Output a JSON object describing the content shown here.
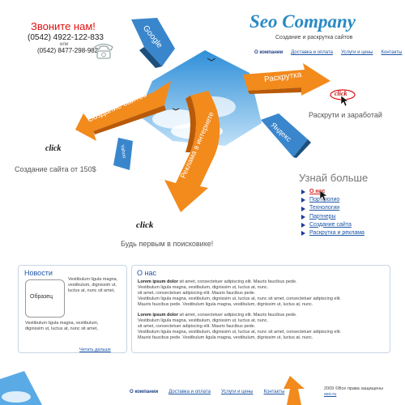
{
  "contacts": {
    "title": "Звоните нам!",
    "phone1": "(0542) 4922-122-833",
    "or": "или",
    "phone2": "(0542) 8477-298-982"
  },
  "header": {
    "logo": "Seo Company",
    "tagline": "Создание и раскрутка сайтов"
  },
  "top_nav": [
    {
      "label": "О компании",
      "active": true
    },
    {
      "label": "Доставка и оплата",
      "active": false
    },
    {
      "label": "Услуги и цены",
      "active": false
    },
    {
      "label": "Контакты",
      "active": false
    }
  ],
  "banners": {
    "google": "Google",
    "raskrutka": "Раскрутка",
    "sozdanie": "Создание сайтов",
    "reklama": "Реклама в интернете",
    "yandex": "Яндекс",
    "yahoo": "Yahoo"
  },
  "promo": {
    "click1": "click",
    "slogan1": "Создание сайта от 150$",
    "click2": "click",
    "slogan2": "Раскрути и заработай",
    "click3": "click",
    "slogan3": "Будь первым в поисковике!"
  },
  "learn_more": {
    "title": "Узнай больше",
    "items": [
      {
        "label": "О нас",
        "active": true
      },
      {
        "label": "Портфолио",
        "active": false
      },
      {
        "label": "Технологии",
        "active": false
      },
      {
        "label": "Партнеры",
        "active": false
      },
      {
        "label": "Создание сайта",
        "active": false
      },
      {
        "label": "Раскрутка и реклама",
        "active": false
      }
    ]
  },
  "news": {
    "title": "Новости",
    "sample": "Образец",
    "side_text": [
      "Vestibulum ligula magna,",
      "vestibulum, dignissim ut,",
      "luctus at, nunc sit amet,"
    ],
    "bottom_text": [
      "Vestibulum ligula magna, vestibulum,",
      "dignissim ut, luctus at, nunc sit amet,"
    ],
    "read_more": "Читать дальше"
  },
  "about": {
    "title": "О нас",
    "p1_bold": "Lorem ipsum dolor",
    "p1": [
      " sit amet, consectetuer adipiscing elit. Mauris faucibus pede.",
      "Vestibulum ligula magna, vestibulum, dignissim ut, luctus at, nunc.",
      "sit amet, consectetuer adipiscing elit. Mauris faucibus pede.",
      "Vestibulum ligula magna, vestibulum, dignissim ut, luctus at, nunc sit amet, consectetuer adipiscing elit.",
      "Mauris faucibus pede. Vestibulum ligula magna, vestibulum, dignissim ut, luctus at, nunc."
    ],
    "p2_bold": "Lorem ipsum dolor",
    "p2": [
      " sit amet, consectetuer adipiscing elit. Mauris faucibus pede.",
      "Vestibulum ligula magna, vestibulum, dignissim ut, luctus at, nunc.",
      "sit amet, consectetuer adipiscing elit. Mauris faucibus pede.",
      "Vestibulum ligula magna, vestibulum, dignissim ut, luctus at, nunc sit amet, consectetuer adipiscing elit.",
      "Mauris faucibus pede. Vestibulum ligula magna, vestibulum, dignissim ut, luctus at, nunc."
    ]
  },
  "bottom_nav": [
    {
      "label": "О компании",
      "active": true
    },
    {
      "label": "Доставка и оплата",
      "active": false
    },
    {
      "label": "Услуги и цены",
      "active": false
    },
    {
      "label": "Контакты",
      "active": false
    }
  ],
  "footer": {
    "copyright": "2009 ©Все права защищены",
    "site": "seo.ru"
  },
  "colors": {
    "phone_title": "#e01212",
    "logo": "#2a8ac5",
    "link": "#1c55a6",
    "active_link": "#d81a1a",
    "orange": "#f28a1c",
    "blue_banner": "#3a86cc"
  }
}
